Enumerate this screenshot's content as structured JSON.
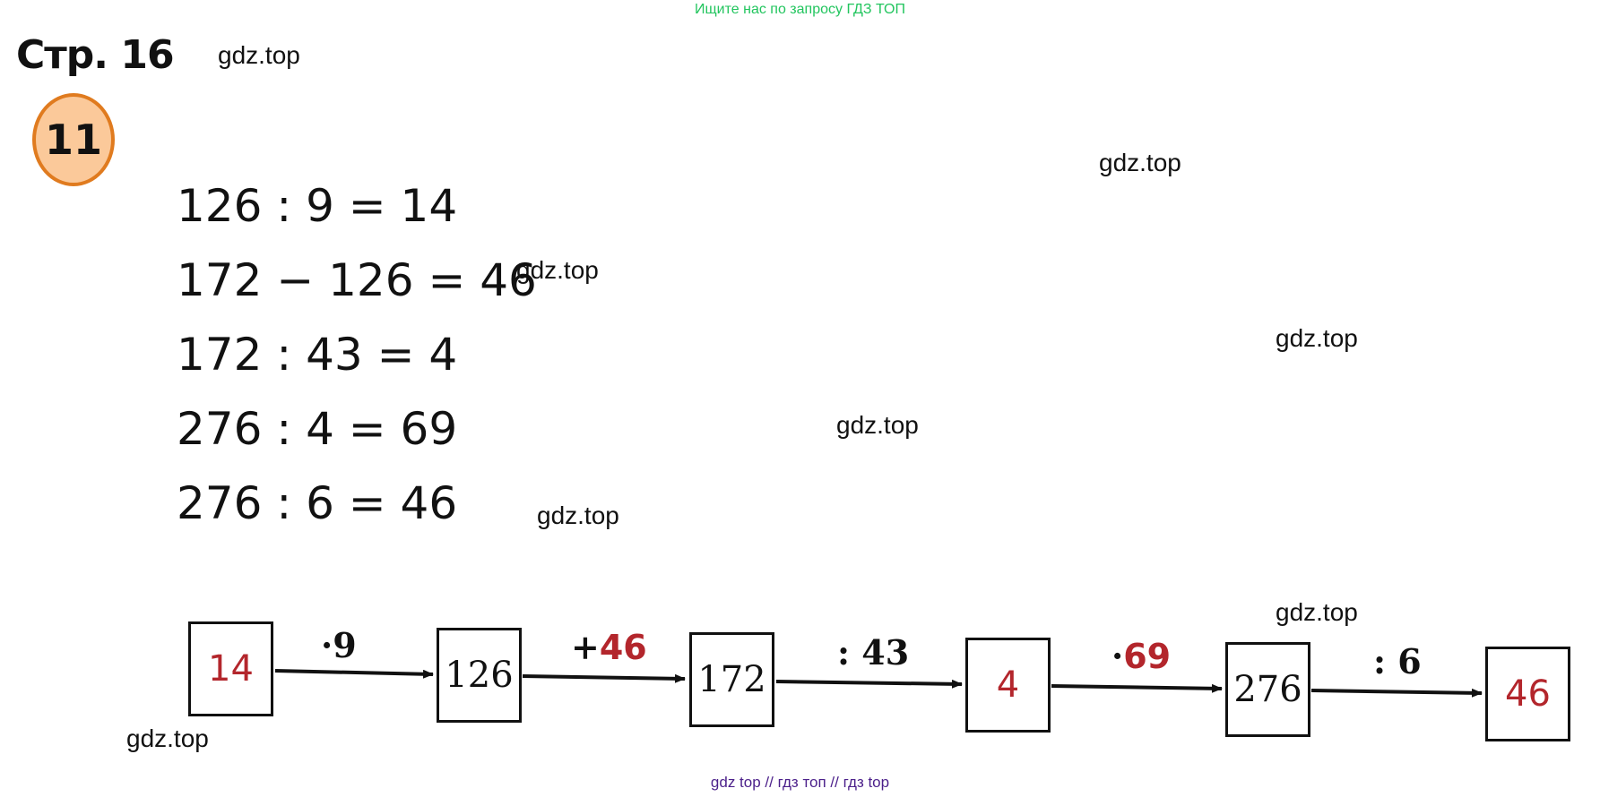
{
  "banner": "Ищите нас по запросу ГДЗ ТОП",
  "page_title": "Стр. 16",
  "task_number": "11",
  "watermarks": [
    "gdz.top",
    "gdz.top",
    "gdz.top",
    "gdz.top",
    "gdz.top",
    "gdz.top",
    "gdz.top",
    "gdz.top"
  ],
  "equations": [
    "126 : 9 = 14",
    "172 − 126 = 46",
    "172 : 43 = 4",
    "276 : 4 = 69",
    "276 : 6 = 46"
  ],
  "chain": {
    "boxes": [
      {
        "value": "14",
        "answer": true
      },
      {
        "value": "126",
        "answer": false
      },
      {
        "value": "172",
        "answer": false
      },
      {
        "value": "4",
        "answer": true
      },
      {
        "value": "276",
        "answer": false
      },
      {
        "value": "46",
        "answer": true
      }
    ],
    "operations": [
      {
        "sign": "·",
        "value": "9",
        "answer": false
      },
      {
        "sign": "+",
        "value": "46",
        "answer": true
      },
      {
        "sign": ":",
        "value": "43",
        "answer": false
      },
      {
        "sign": "·",
        "value": "69",
        "answer": true
      },
      {
        "sign": ":",
        "value": "6",
        "answer": false
      }
    ]
  },
  "footer": "gdz top  //  гдз топ  //  гдз top",
  "colors": {
    "banner": "#22c55e",
    "badge_fill": "#fbc99a",
    "badge_border": "#e07b1f",
    "answer_red": "#b3262c",
    "footer": "#4b1f8a"
  }
}
